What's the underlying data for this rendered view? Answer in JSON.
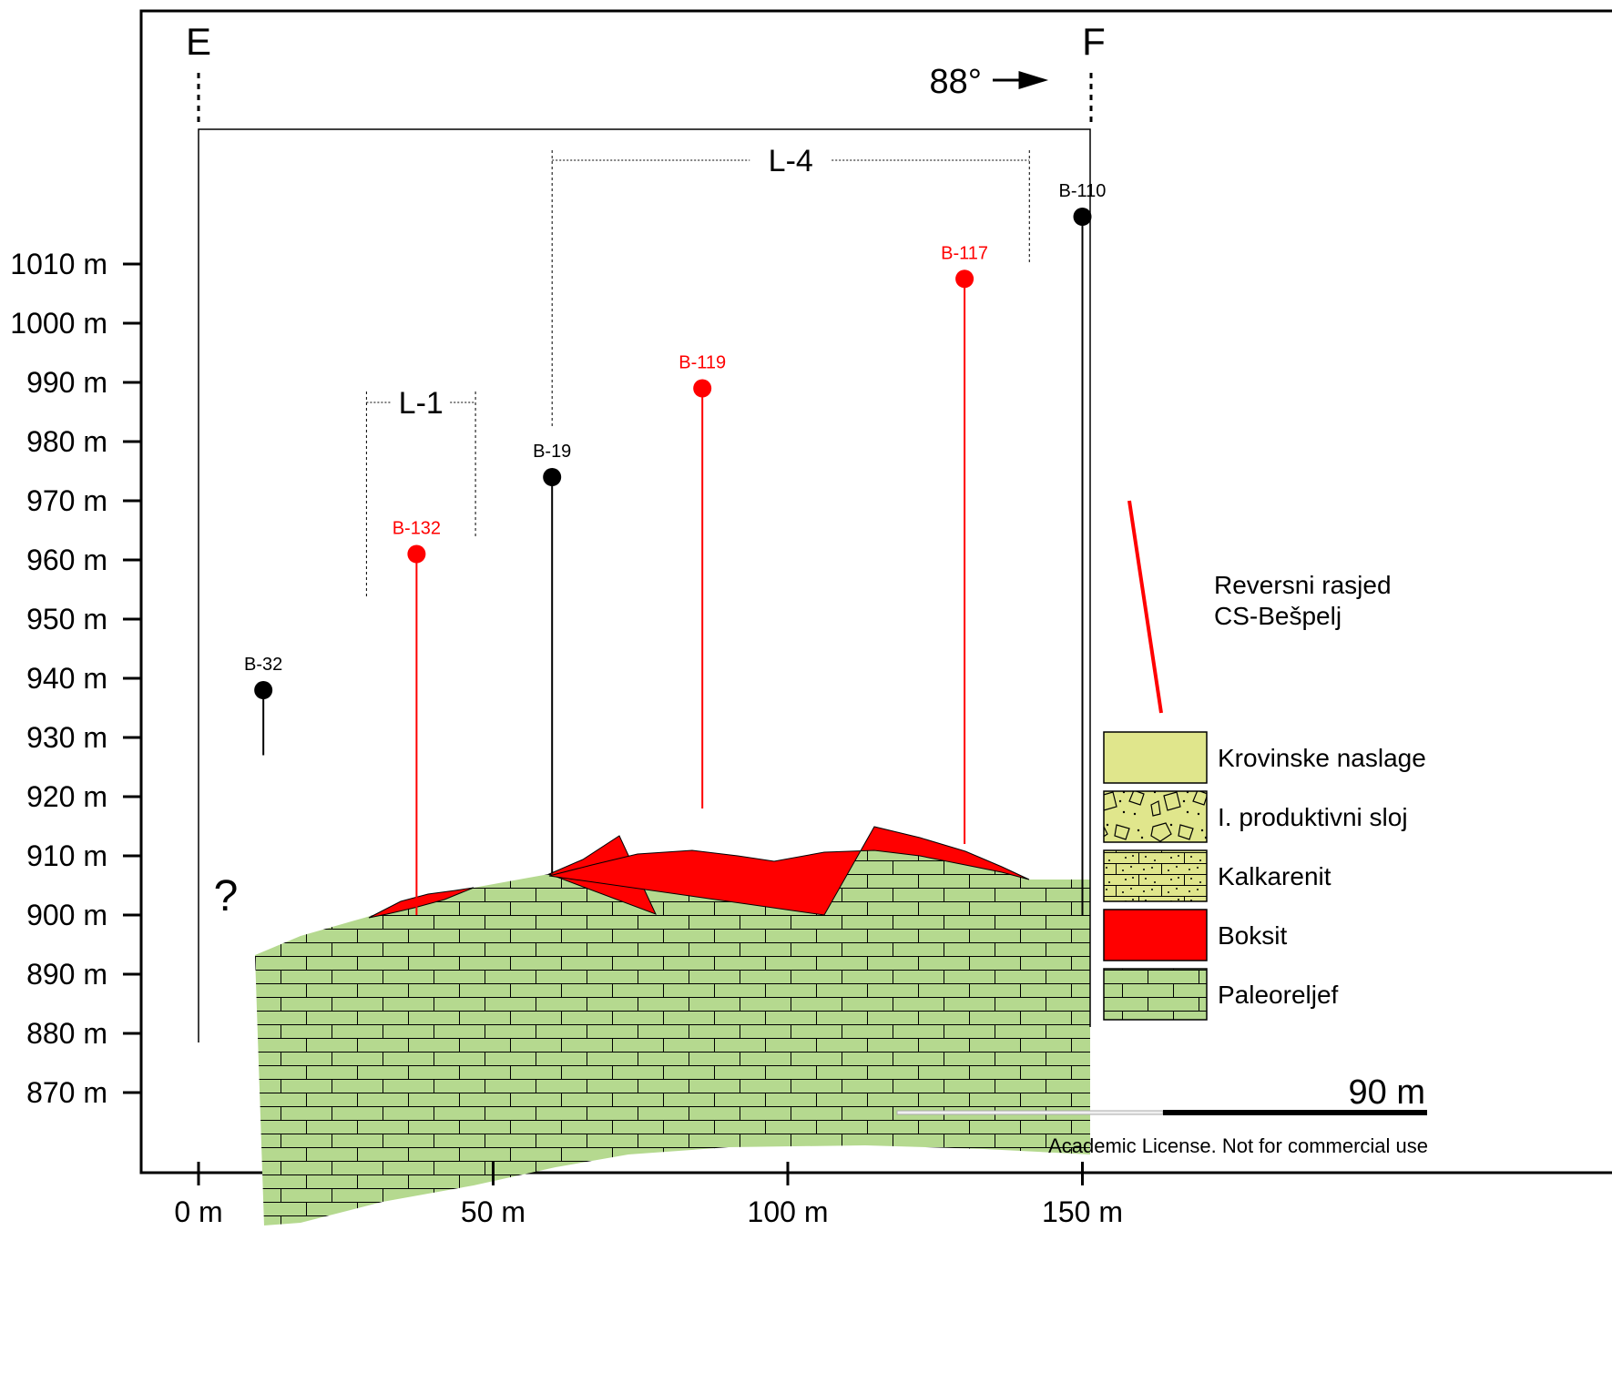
{
  "section": {
    "start_label": "E",
    "end_label": "F",
    "direction_label": "88°",
    "question_mark": "?",
    "license_text": "Academic License. Not for commercial use",
    "scale_bar_label": "90 m",
    "colors": {
      "krovinske": "#e0e68c",
      "produktivni": "#e0e68c",
      "kalkarenit": "#e0e68c",
      "boksit": "#ff0000",
      "paleoreljef": "#b5d98f",
      "fault": "#ff0000",
      "borehole_black": "#000000",
      "borehole_red": "#ff0000"
    }
  },
  "axes": {
    "y_ticks": [
      "1010 m",
      "1000 m",
      "990 m",
      "980 m",
      "970 m",
      "960 m",
      "950 m",
      "940 m",
      "930 m",
      "920 m",
      "910 m",
      "900 m",
      "890 m",
      "880 m",
      "870 m"
    ],
    "y_values": [
      1010,
      1000,
      990,
      980,
      970,
      960,
      950,
      940,
      930,
      920,
      910,
      900,
      890,
      880,
      870
    ],
    "x_ticks": [
      "0 m",
      "50 m",
      "100 m",
      "150 m"
    ],
    "x_values": [
      0,
      50,
      100,
      150
    ]
  },
  "zones": [
    {
      "label": "L-1",
      "from_m": 28.5,
      "to_m": 47
    },
    {
      "label": "L-4",
      "from_m": 60,
      "to_m": 141
    }
  ],
  "boreholes": [
    {
      "name": "B-32",
      "x_m": 11,
      "top_m": 938,
      "bottom_m": 927,
      "color": "black"
    },
    {
      "name": "B-132",
      "x_m": 37,
      "top_m": 961,
      "bottom_m": 900,
      "color": "red"
    },
    {
      "name": "B-19",
      "x_m": 60,
      "top_m": 974,
      "bottom_m": 907,
      "color": "black"
    },
    {
      "name": "B-119",
      "x_m": 85.5,
      "top_m": 989,
      "bottom_m": 918,
      "color": "red"
    },
    {
      "name": "B-117",
      "x_m": 130,
      "top_m": 1007.5,
      "bottom_m": 912,
      "color": "red"
    },
    {
      "name": "B-110",
      "x_m": 150,
      "top_m": 1018,
      "bottom_m": 900,
      "color": "black"
    }
  ],
  "legend": [
    {
      "key": "krovinske",
      "label": "Krovinske naslage"
    },
    {
      "key": "produktivni",
      "label": "I. produktivni sloj"
    },
    {
      "key": "kalkarenit",
      "label": "Kalkarenit"
    },
    {
      "key": "boksit",
      "label": "Boksit"
    },
    {
      "key": "paleoreljef",
      "label": "Paleoreljef"
    }
  ],
  "fault_legend": {
    "line1": "Reversni rasjed",
    "line2": "CS-Bešpelj"
  }
}
